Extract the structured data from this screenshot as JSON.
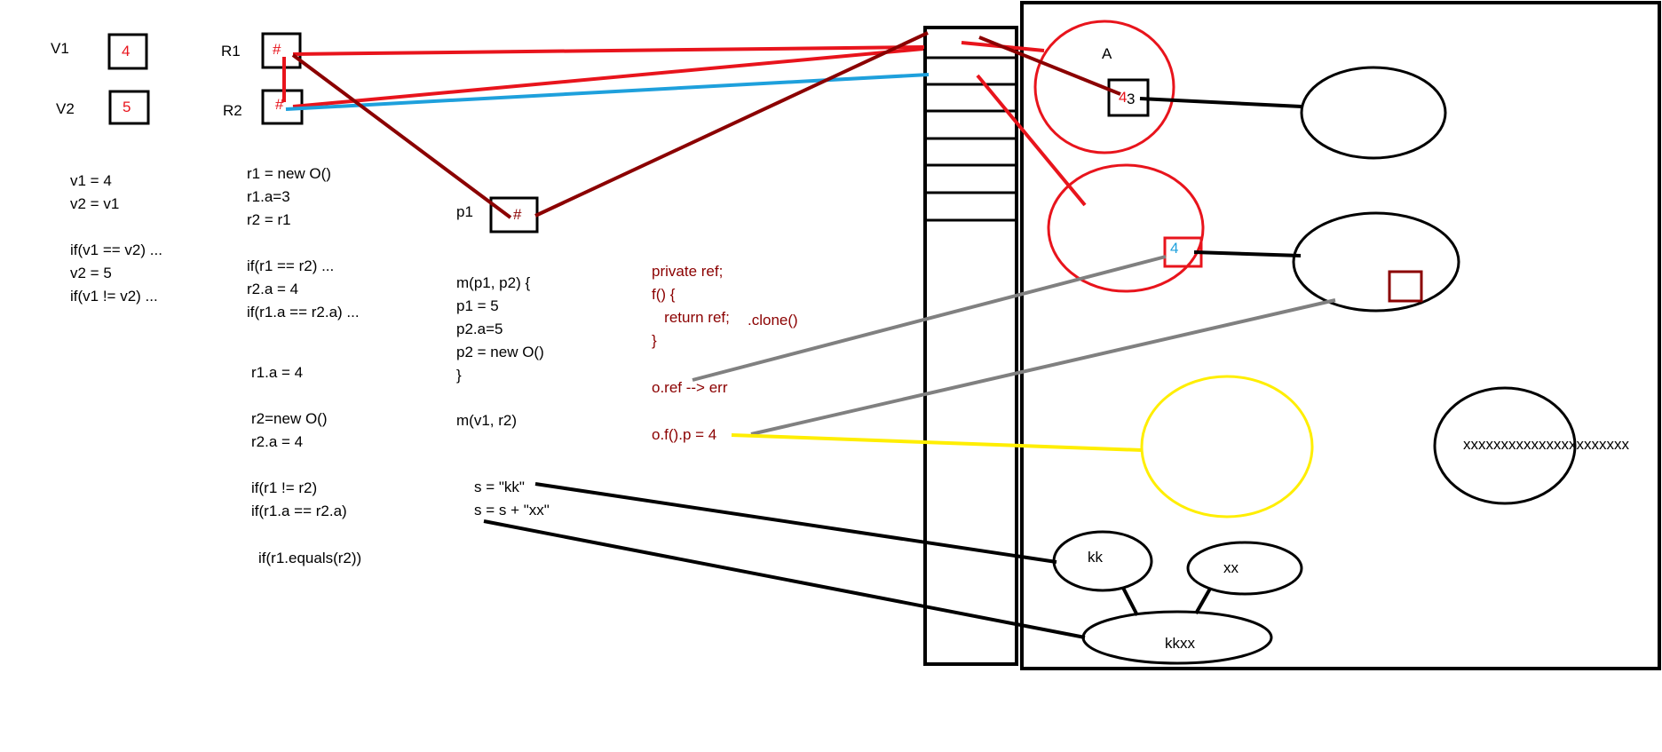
{
  "vars": {
    "v1_label": "V1",
    "v1_value": "4",
    "v2_label": "V2",
    "v2_value": "5",
    "r1_label": "R1",
    "r1_value": "#",
    "r2_label": "R2",
    "r2_value": "#",
    "p1_label": "p1",
    "p1_value": "#"
  },
  "code_block_1": [
    "v1 = 4",
    "v2 = v1",
    "",
    "if(v1 == v2) ...",
    "v2 = 5",
    "if(v1 != v2) ..."
  ],
  "code_block_2": [
    "r1 = new O()",
    "r1.a=3",
    "r2 = r1",
    "",
    "if(r1 == r2) ...",
    "r2.a = 4",
    "if(r1.a == r2.a) ..."
  ],
  "code_block_3": [
    "r1.a = 4"
  ],
  "code_block_4": [
    "r2=new O()",
    "r2.a = 4"
  ],
  "code_block_5": [
    "if(r1 != r2)",
    "if(r1.a == r2.a)"
  ],
  "code_block_6": [
    "if(r1.equals(r2))"
  ],
  "code_block_7": [
    "m(p1, p2) {",
    "p1 = 5",
    "p2.a=5",
    "p2 = new O()",
    "}"
  ],
  "code_block_8": [
    "m(v1, r2)"
  ],
  "code_block_9": [
    "s = \"kk\"",
    "s = s + \"xx\""
  ],
  "code_block_red": [
    "private ref;",
    "f() {",
    "   return ref;",
    "}"
  ],
  "clone_text": ".clone()",
  "oref_text": "o.ref --> err",
  "ofp_text": "o.f().p = 4",
  "heap": {
    "obj_a_label": "A",
    "obj_a_field_old": "4",
    "obj_a_field_new": "3",
    "obj_b_field": "4",
    "kk_label": "kk",
    "xx_label": "xx",
    "kkxx_label": "kkxx",
    "xxx_label": "xxxxxxxxxxxxxxxxxxxxxx"
  },
  "colors": {
    "red": "#e8141c",
    "dark_red": "#8b0000",
    "blue": "#1ea0dc",
    "gray": "#808080",
    "yellow": "#ffee00",
    "black": "#000000"
  }
}
